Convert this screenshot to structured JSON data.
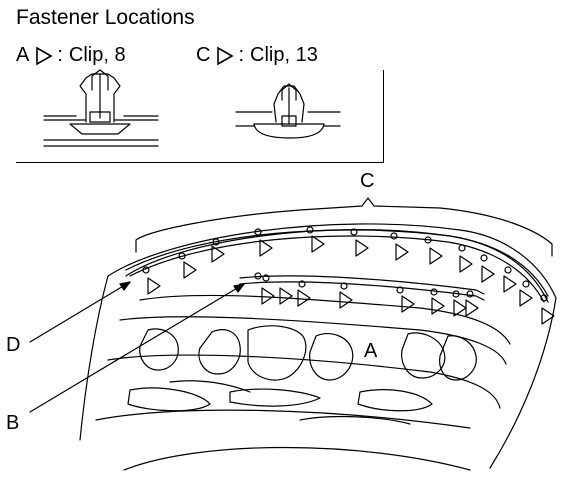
{
  "title": "Fastener Locations",
  "legend": [
    {
      "letter": "A",
      "separator": ":",
      "text": "Clip, 8"
    },
    {
      "letter": "C",
      "separator": ":",
      "text": "Clip, 13"
    }
  ],
  "labels": {
    "c": "C",
    "a": "A",
    "d": "D",
    "b": "B"
  }
}
